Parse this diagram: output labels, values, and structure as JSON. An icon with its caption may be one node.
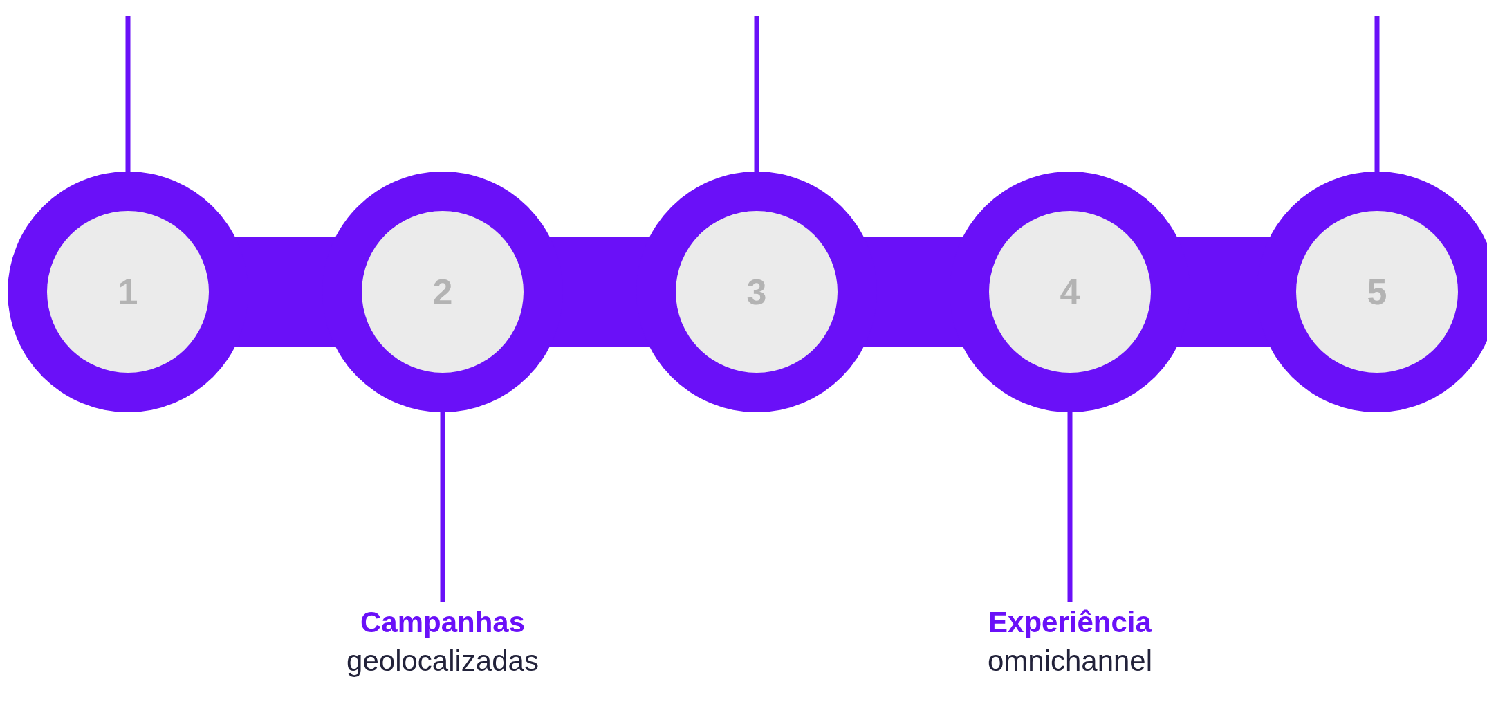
{
  "diagram": {
    "nodes": [
      {
        "text": [
          "1"
        ]
      },
      {
        "text": [
          "2"
        ]
      },
      {
        "text": [
          "3"
        ]
      },
      {
        "text": [
          "4"
        ]
      },
      {
        "text": [
          "5"
        ]
      },
      {
        "text": [
          "Campanhas",
          "geolocalizadas"
        ]
      },
      {
        "text": [
          "Experiência",
          "omnichannel"
        ]
      }
    ],
    "edges": [
      {
        "from": 0,
        "to": null,
        "arrow": "none"
      },
      {
        "from": 1,
        "to": 5,
        "arrow": "none"
      },
      {
        "from": 2,
        "to": null,
        "arrow": "none"
      },
      {
        "from": 3,
        "to": 6,
        "arrow": "none"
      },
      {
        "from": 4,
        "to": null,
        "arrow": "none"
      }
    ]
  }
}
